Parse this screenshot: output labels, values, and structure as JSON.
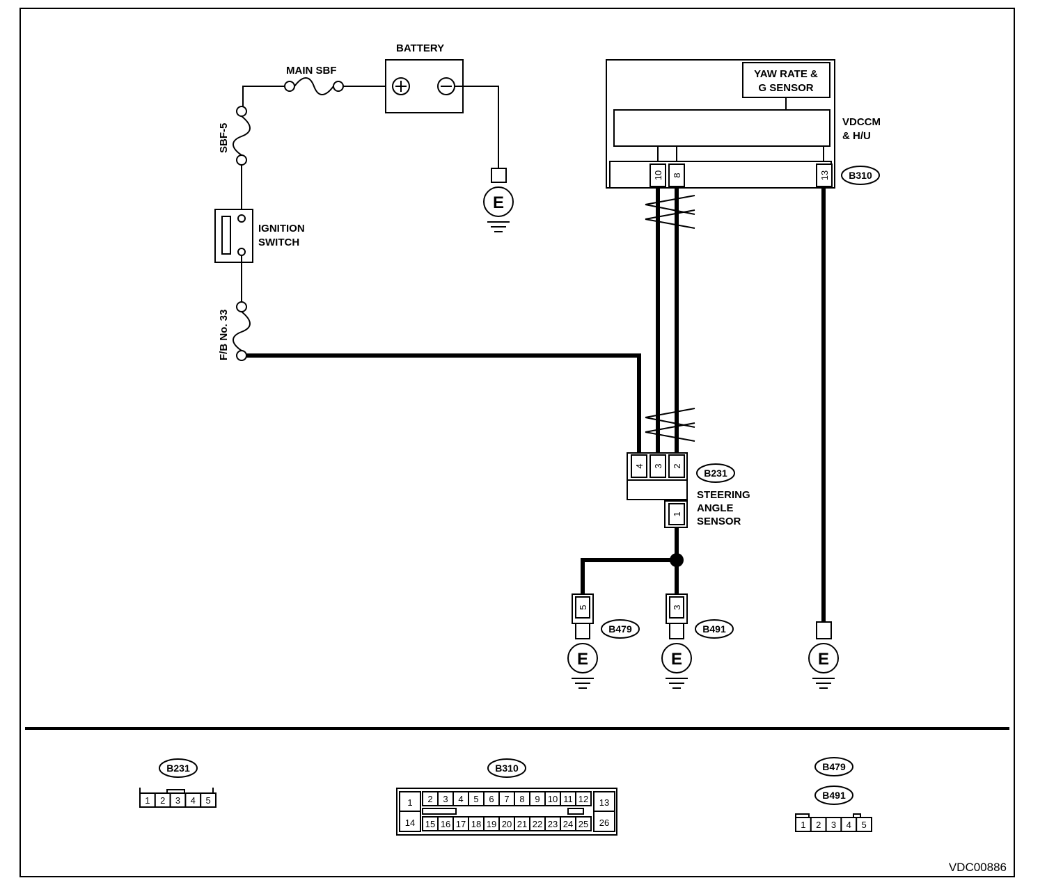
{
  "labels": {
    "battery": "BATTERY",
    "main_sbf": "MAIN SBF",
    "sbf5": "SBF-5",
    "ignition_line1": "IGNITION",
    "ignition_line2": "SWITCH",
    "fb33": "F/B No. 33",
    "yaw_line1": "YAW RATE &",
    "yaw_line2": "G SENSOR",
    "vdccm_line1": "VDCCM",
    "vdccm_line2": "& H/U",
    "steering_line1": "STEERING",
    "steering_line2": "ANGLE",
    "steering_line3": "SENSOR",
    "ground": "E",
    "plus": "+",
    "minus": "−",
    "figure_id": "VDC00886"
  },
  "connectors": {
    "b310": "B310",
    "b231": "B231",
    "b479": "B479",
    "b491": "B491"
  },
  "pins": {
    "b310_10": "10",
    "b310_8": "8",
    "b310_13": "13",
    "b231_4": "4",
    "b231_3": "3",
    "b231_2": "2",
    "b231_1": "1",
    "b479_5": "5",
    "b491_3": "3"
  },
  "views": {
    "b231_pins": [
      "1",
      "2",
      "3",
      "4",
      "5"
    ],
    "b310_top": [
      "2",
      "3",
      "4",
      "5",
      "6",
      "7",
      "8",
      "9",
      "10",
      "11",
      "12"
    ],
    "b310_bottom": [
      "15",
      "16",
      "17",
      "18",
      "19",
      "20",
      "21",
      "22",
      "23",
      "24",
      "25"
    ],
    "b310_left_top": "1",
    "b310_left_bottom": "14",
    "b310_right_top": "13",
    "b310_right_bottom": "26",
    "b479_b491_pins": [
      "1",
      "2",
      "3",
      "4",
      "5"
    ]
  }
}
